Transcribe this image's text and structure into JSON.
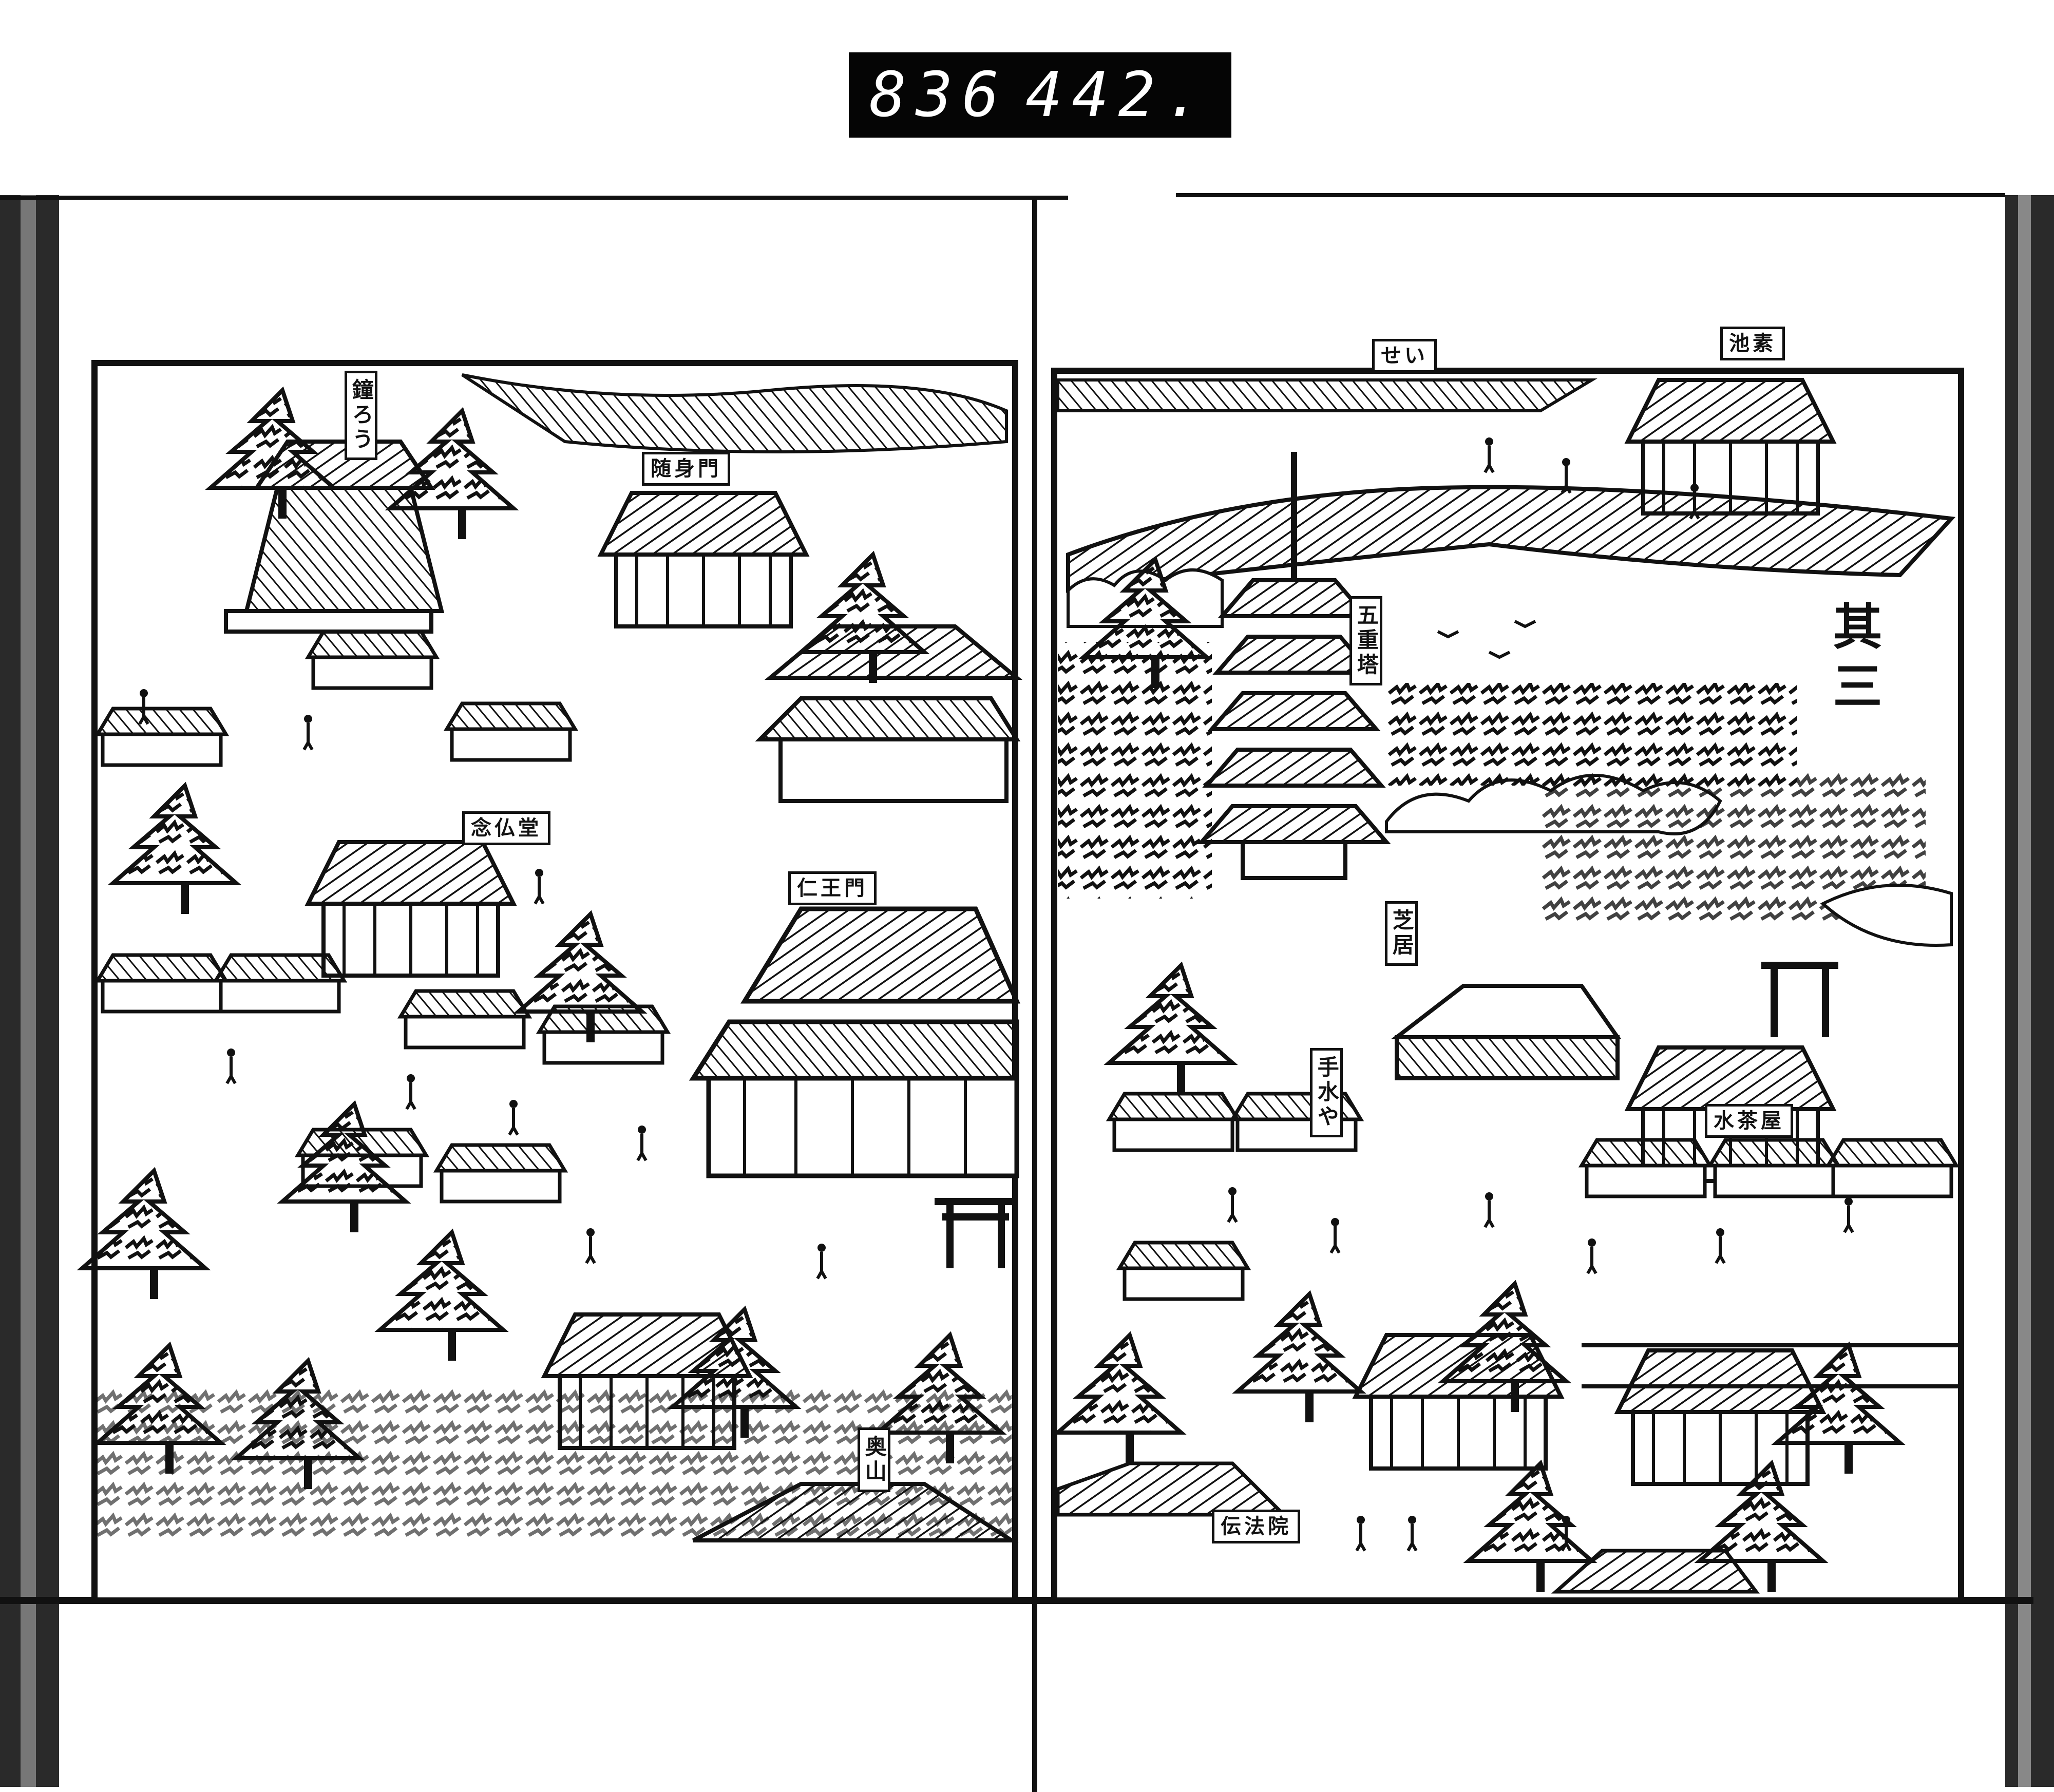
{
  "catalog_label": {
    "left": "836",
    "right": "442."
  },
  "title_mark": "其三",
  "left_page": {
    "labels": {
      "bell_tower": "鐘ろう",
      "zuishin_gate": "随身門",
      "nenbutsu_hall": "念仏堂",
      "nio_gate": "仁王門",
      "okuyama": "奥山"
    }
  },
  "right_page": {
    "labels": {
      "top_sign_left": "せい",
      "top_sign_right": "池素",
      "pagoda": "五重塔",
      "theatre": "芝居",
      "water_basin": "手水や",
      "denpoin": "伝法院",
      "teahouse": "水茶屋"
    }
  },
  "colors": {
    "ink": "#111111",
    "paper": "#ffffff",
    "edge": "#2a2a2a"
  }
}
